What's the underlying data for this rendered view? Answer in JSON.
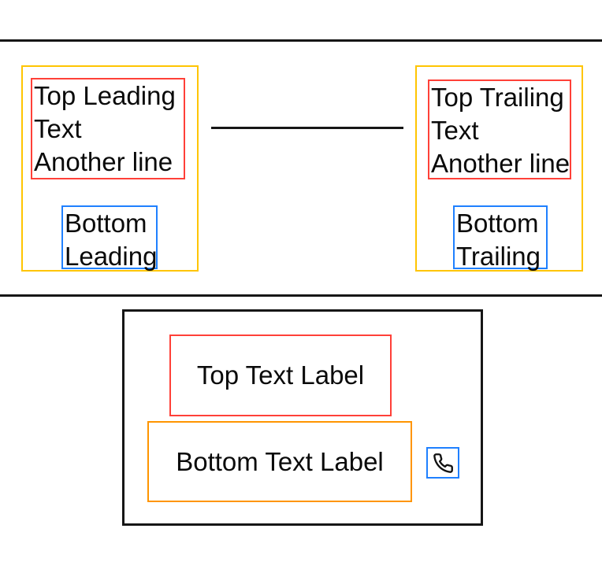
{
  "colors": {
    "red": "#FF4038",
    "yellow": "#FFC502",
    "blue": "#1F80FF",
    "orange": "#FF9500",
    "ink": "#161616"
  },
  "top_section": {
    "left_card": {
      "top_box_lines": [
        "Top Leading",
        "Text",
        "Another line"
      ],
      "bottom_box_lines": [
        "Bottom",
        "Leading"
      ]
    },
    "right_card": {
      "top_box_lines": [
        "Top Trailing",
        "Text",
        "Another line"
      ],
      "bottom_box_lines": [
        "Bottom",
        "Trailing"
      ]
    }
  },
  "bottom_section": {
    "top_label": "Top Text Label",
    "bottom_label": "Bottom Text Label",
    "trailing_icon": "phone-icon"
  }
}
